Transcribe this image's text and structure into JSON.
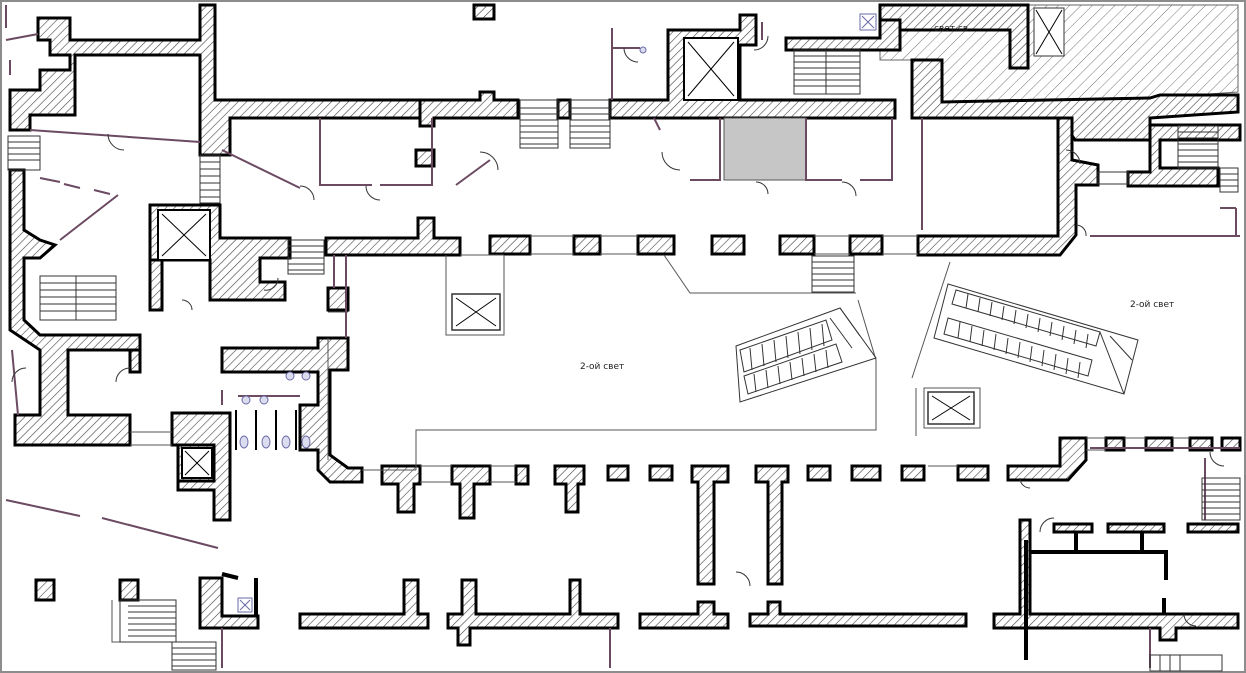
{
  "plan": {
    "colors": {
      "wall_fill": "#ffffff",
      "wall_hatch": "#444444",
      "wall_outline": "#000000",
      "partition": "#6b4a62",
      "fixture": "#3a3a3a",
      "highlight_room": "#c6c6c6",
      "sanitary": "#6a6aa8",
      "frame": "#8c8c8c"
    },
    "labels": {
      "hall_center": "2-ой свет",
      "hall_right": "2-ой свет",
      "top_right": "свет.св"
    },
    "icons": [
      "elevator-icon",
      "staircase-icon",
      "escalator-icon",
      "door-swing-icon",
      "toilet-icon"
    ]
  }
}
